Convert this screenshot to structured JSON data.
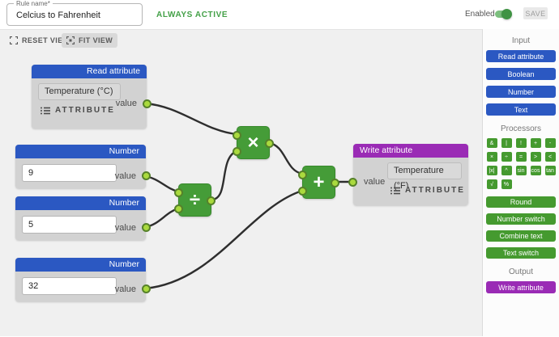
{
  "header": {
    "rule_name_label": "Rule name*",
    "rule_name_value": "Celcius to Fahrenheit",
    "status_text": "ALWAYS ACTIVE",
    "enabled_label": "Enabled",
    "save_label": "SAVE"
  },
  "toolbar": {
    "reset_view_label": "RESET VIEW",
    "fit_view_label": "FIT VIEW"
  },
  "canvas": {
    "nodes": {
      "read_attribute": {
        "title": "Read attribute",
        "attribute": "Temperature (°C)",
        "selector_label": "ATTRIBUTE",
        "output_port_label": "value"
      },
      "number_9": {
        "title": "Number",
        "value": "9",
        "output_port_label": "value"
      },
      "number_5": {
        "title": "Number",
        "value": "5",
        "output_port_label": "value"
      },
      "number_32": {
        "title": "Number",
        "value": "32",
        "output_port_label": "value"
      },
      "multiply": {
        "symbol": "×"
      },
      "divide": {
        "symbol": "÷"
      },
      "add": {
        "symbol": "+"
      },
      "write_attribute": {
        "title": "Write attribute",
        "attribute": "Temperature (°F)",
        "selector_label": "ATTRIBUTE",
        "input_port_label": "value"
      }
    }
  },
  "sidebar": {
    "input_heading": "Input",
    "input_items": [
      "Read attribute",
      "Boolean",
      "Number",
      "Text"
    ],
    "processors_heading": "Processors",
    "operators": [
      "&",
      "|",
      "!",
      "+",
      "-",
      "×",
      "÷",
      "=",
      ">",
      "<",
      "|x|",
      "^",
      "sin",
      "cos",
      "tan",
      "√",
      "%"
    ],
    "processor_buttons": [
      "Round",
      "Number switch",
      "Combine text",
      "Text switch"
    ],
    "output_heading": "Output",
    "output_items": [
      "Write attribute"
    ]
  },
  "colors": {
    "accent_blue": "#2b58c2",
    "accent_green": "#459a2f",
    "accent_purple": "#9a2bb5",
    "port_fill": "#aada3e",
    "status_green": "#43a047",
    "canvas_bg": "#f0f0f0"
  }
}
